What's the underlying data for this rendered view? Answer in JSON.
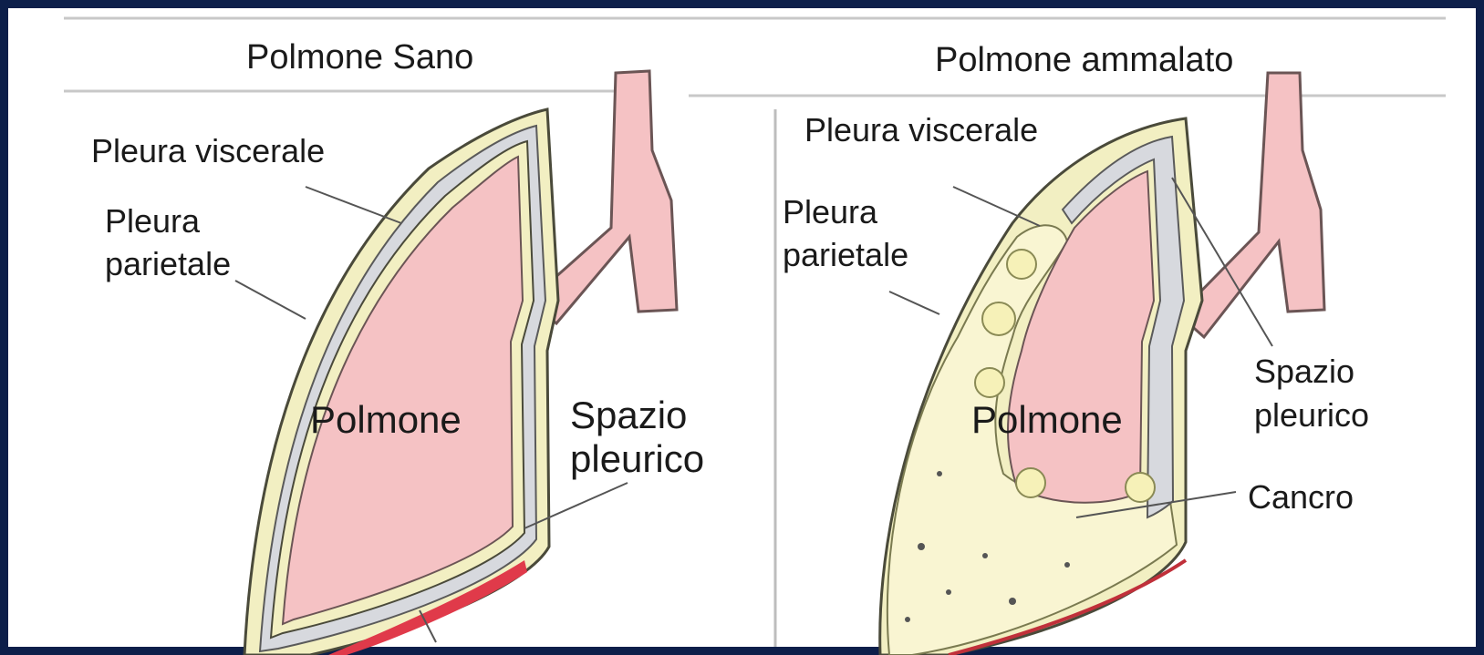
{
  "left_panel": {
    "title": "Polmone Sano",
    "labels": {
      "pleura_viscerale": "Pleura viscerale",
      "pleura_parietale_1": "Pleura",
      "pleura_parietale_2": "parietale",
      "polmone": "Polmone",
      "spazio_1": "Spazio",
      "spazio_2": "pleurico"
    }
  },
  "right_panel": {
    "title": "Polmone ammalato",
    "labels": {
      "pleura_viscerale": "Pleura viscerale",
      "pleura_parietale_1": "Pleura",
      "pleura_parietale_2": "parietale",
      "polmone": "Polmone",
      "spazio_1": "Spazio",
      "spazio_2": "pleurico",
      "cancro": "Cancro"
    }
  },
  "colors": {
    "lung": "#f5c2c4",
    "pleura_fill": "#f2efc2",
    "pleural_space": "#d7d9de",
    "tumor": "#f9f5d2",
    "outline": "#4a4a3a",
    "frame": "#0d1f4a",
    "diaphragm_red": "#e03a4a"
  }
}
